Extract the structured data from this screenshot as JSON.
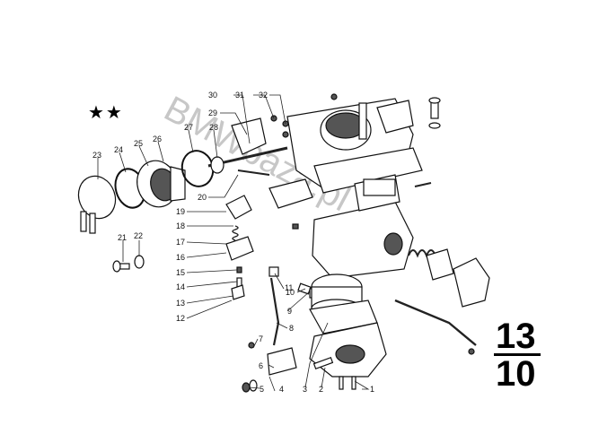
{
  "section_number_top": "13",
  "section_number_bottom": "10",
  "watermark": "BMWbaza.pl",
  "stars": "★★",
  "callouts": [
    {
      "id": "1",
      "label": "1"
    },
    {
      "id": "2",
      "label": "2"
    },
    {
      "id": "3",
      "label": "3"
    },
    {
      "id": "4",
      "label": "4"
    },
    {
      "id": "5",
      "label": "5"
    },
    {
      "id": "6",
      "label": "6"
    },
    {
      "id": "7",
      "label": "7"
    },
    {
      "id": "8",
      "label": "8"
    },
    {
      "id": "9",
      "label": "9"
    },
    {
      "id": "10",
      "label": "10"
    },
    {
      "id": "11",
      "label": "11"
    },
    {
      "id": "12",
      "label": "12"
    },
    {
      "id": "13",
      "label": "13"
    },
    {
      "id": "14",
      "label": "14"
    },
    {
      "id": "15",
      "label": "15"
    },
    {
      "id": "16",
      "label": "16"
    },
    {
      "id": "17",
      "label": "17"
    },
    {
      "id": "18",
      "label": "18"
    },
    {
      "id": "19",
      "label": "19"
    },
    {
      "id": "20",
      "label": "20"
    },
    {
      "id": "21",
      "label": "21"
    },
    {
      "id": "22",
      "label": "22"
    },
    {
      "id": "23",
      "label": "23"
    },
    {
      "id": "24",
      "label": "24"
    },
    {
      "id": "25",
      "label": "25"
    },
    {
      "id": "26",
      "label": "26"
    },
    {
      "id": "27",
      "label": "27"
    },
    {
      "id": "28",
      "label": "28"
    },
    {
      "id": "29",
      "label": "29"
    },
    {
      "id": "30",
      "label": "30"
    },
    {
      "id": "31",
      "label": "31"
    },
    {
      "id": "32",
      "label": "32"
    }
  ]
}
